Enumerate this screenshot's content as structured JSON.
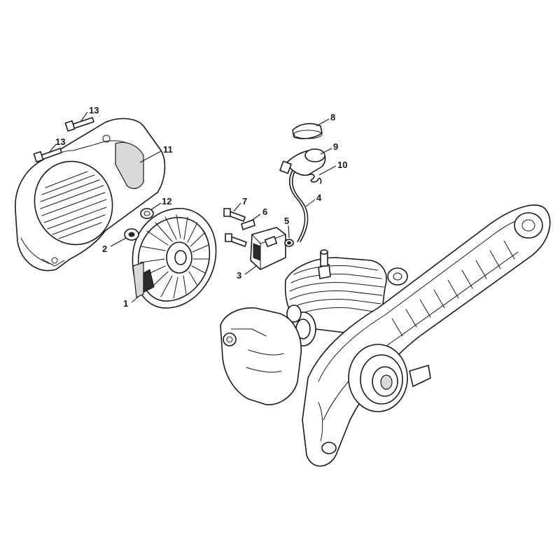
{
  "callouts": [
    {
      "id": "13a",
      "text": "13"
    },
    {
      "id": "13b",
      "text": "13"
    },
    {
      "id": "11",
      "text": "11"
    },
    {
      "id": "12",
      "text": "12"
    },
    {
      "id": "2",
      "text": "2"
    },
    {
      "id": "1",
      "text": "1"
    },
    {
      "id": "8",
      "text": "8"
    },
    {
      "id": "9",
      "text": "9"
    },
    {
      "id": "10",
      "text": "10"
    },
    {
      "id": "7",
      "text": "7"
    },
    {
      "id": "6",
      "text": "6"
    },
    {
      "id": "5",
      "text": "5"
    },
    {
      "id": "4",
      "text": "4"
    },
    {
      "id": "3",
      "text": "3"
    }
  ]
}
